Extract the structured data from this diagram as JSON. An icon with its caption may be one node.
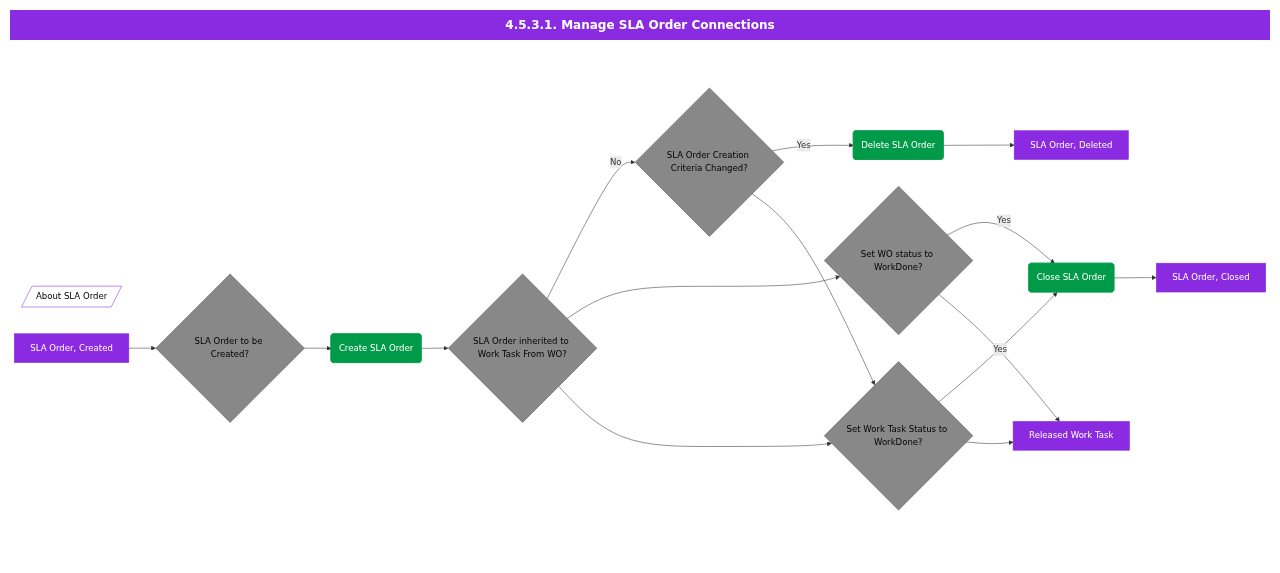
{
  "diagram": {
    "title": "4.5.3.1. Manage SLA Order Connections",
    "nodes": [
      {
        "text": [
          "About SLA Order"
        ]
      },
      {
        "text": [
          "SLA Order, Created"
        ]
      },
      {
        "text": [
          "SLA Order to be Created?"
        ]
      },
      {
        "text": [
          "Create SLA Order"
        ]
      },
      {
        "text": [
          "SLA Order inherited to Work Task From WO?"
        ]
      },
      {
        "text": [
          "SLA Order Creation Criteria Changed?"
        ]
      },
      {
        "text": [
          "Delete SLA Order"
        ]
      },
      {
        "text": [
          "Released Work Task"
        ]
      },
      {
        "text": [
          "SLA Order, Closed"
        ]
      },
      {
        "text": [
          "SLA Order, Deleted"
        ]
      },
      {
        "text": [
          "Set WO status to WorkDone?"
        ]
      },
      {
        "text": [
          "Close SLA Order"
        ]
      },
      {
        "text": [
          "Set Work Task Status to WorkDone?"
        ]
      }
    ],
    "edges": [
      {
        "from": 1,
        "to": 2,
        "arrow": "to"
      },
      {
        "from": 2,
        "to": 3,
        "arrow": "to"
      },
      {
        "from": 3,
        "to": 4,
        "arrow": "to"
      },
      {
        "from": 4,
        "to": 5,
        "arrow": "to",
        "label": "No"
      },
      {
        "from": 5,
        "to": 6,
        "arrow": "to",
        "label": "Yes"
      },
      {
        "from": 4,
        "to": 10,
        "arrow": "to"
      },
      {
        "from": 4,
        "to": 12,
        "arrow": "to"
      },
      {
        "from": 5,
        "to": 12,
        "arrow": "to"
      },
      {
        "from": 10,
        "to": 11,
        "arrow": "to",
        "label": "Yes"
      },
      {
        "from": 12,
        "to": 11,
        "arrow": "to",
        "label": "Yes"
      },
      {
        "from": 6,
        "to": 9,
        "arrow": "to"
      },
      {
        "from": 11,
        "to": 8,
        "arrow": "to"
      },
      {
        "from": 10,
        "to": 7,
        "arrow": "to"
      },
      {
        "from": 12,
        "to": 7,
        "arrow": "to"
      }
    ]
  }
}
